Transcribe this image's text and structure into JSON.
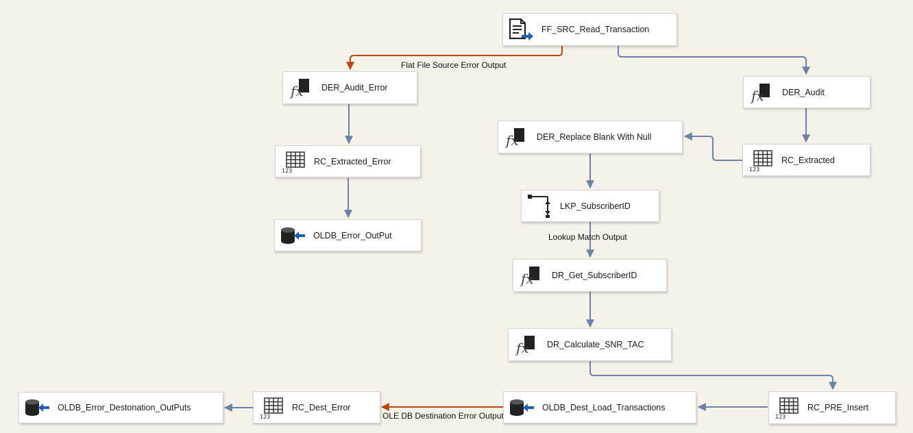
{
  "colors": {
    "background": "#f5f2ea",
    "normal_path": "#6b82a6",
    "error_path": "#c0440f",
    "node_fill": "#ffffff",
    "node_border": "#d4d4d4"
  },
  "nodes": {
    "ff_src": {
      "label": "FF_SRC_Read_Transaction",
      "icon": "flat-file-source-icon"
    },
    "der_audit_error": {
      "label": "DER_Audit_Error",
      "icon": "derived-column-icon"
    },
    "rc_extracted_error": {
      "label": "RC_Extracted_Error",
      "icon": "row-count-icon"
    },
    "oldb_error_output": {
      "label": "OLDB_Error_OutPut",
      "icon": "oledb-destination-icon"
    },
    "der_audit": {
      "label": "DER_Audit",
      "icon": "derived-column-icon"
    },
    "rc_extracted": {
      "label": "RC_Extracted",
      "icon": "row-count-icon"
    },
    "der_replace": {
      "label": "DER_Replace Blank With Null",
      "icon": "derived-column-icon"
    },
    "lkp_subscriber": {
      "label": "LKP_SubscriberID",
      "icon": "lookup-icon"
    },
    "dr_get_subscriber": {
      "label": "DR_Get_SubscriberID",
      "icon": "derived-column-icon"
    },
    "dr_calculate": {
      "label": "DR_Calculate_SNR_TAC",
      "icon": "derived-column-icon"
    },
    "rc_pre_insert": {
      "label": "RC_PRE_Insert",
      "icon": "row-count-icon"
    },
    "oldb_dest_load": {
      "label": "OLDB_Dest_Load_Transactions",
      "icon": "oledb-destination-icon"
    },
    "rc_dest_error": {
      "label": "RC_Dest_Error",
      "icon": "row-count-icon"
    },
    "oldb_error_dest": {
      "label": "OLDB_Error_Destonation_OutPuts",
      "icon": "oledb-destination-icon"
    }
  },
  "paths": {
    "flat_file_error": {
      "label": "Flat File Source Error Output",
      "kind": "error"
    },
    "lookup_match": {
      "label": "Lookup Match Output",
      "kind": "normal"
    },
    "oledb_dest_error": {
      "label": "OLE DB Destination Error Output",
      "kind": "error"
    }
  }
}
